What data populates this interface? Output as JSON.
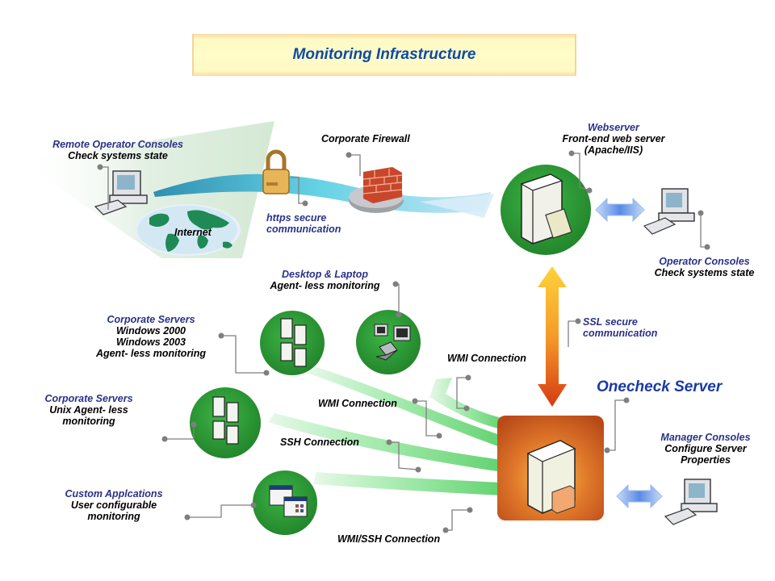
{
  "title": "Monitoring Infrastructure",
  "nodes": {
    "remote_operator_consoles": {
      "heading": "Remote Operator Consoles",
      "sub": [
        "Check systems state"
      ]
    },
    "internet": {
      "label": "Internet"
    },
    "corporate_firewall": {
      "label": "Corporate Firewall"
    },
    "https": {
      "lines": [
        "https secure",
        "communication"
      ]
    },
    "webserver": {
      "heading": "Webserver",
      "sub": [
        "Front-end web server",
        "(Apache/IIS)"
      ]
    },
    "operator_consoles": {
      "heading": "Operator Consoles",
      "sub": [
        "Check systems state"
      ]
    },
    "desktop_laptop": {
      "heading": "Desktop & Laptop",
      "sub": [
        "Agent- less monitoring"
      ]
    },
    "corporate_servers_windows": {
      "heading": "Corporate Servers",
      "sub": [
        "Windows 2000",
        "Windows 2003",
        "Agent- less monitoring"
      ]
    },
    "corporate_servers_unix": {
      "heading": "Corporate Servers",
      "sub": [
        "Unix Agent- less",
        "monitoring"
      ]
    },
    "custom_applications": {
      "heading": "Custom Applcations",
      "sub": [
        "User configurable",
        "monitoring"
      ]
    },
    "ssl": {
      "lines": [
        "SSL secure",
        "communication"
      ]
    },
    "onecheck_server": {
      "label": "Onecheck Server"
    },
    "manager_consoles": {
      "heading": "Manager Consoles",
      "sub": [
        "Configure Server",
        "Properties"
      ]
    }
  },
  "connections": {
    "wmi_top": "WMI Connection",
    "wmi_mid": "WMI Connection",
    "ssh": "SSH Connection",
    "wmi_ssh": "WMI/SSH Connection"
  },
  "colors": {
    "title_text": "#0e4aa6",
    "heading_text": "#2b3188",
    "node_green": "#2f9e3a",
    "server_orange": "#c8541c",
    "callout_gray": "#808080"
  }
}
